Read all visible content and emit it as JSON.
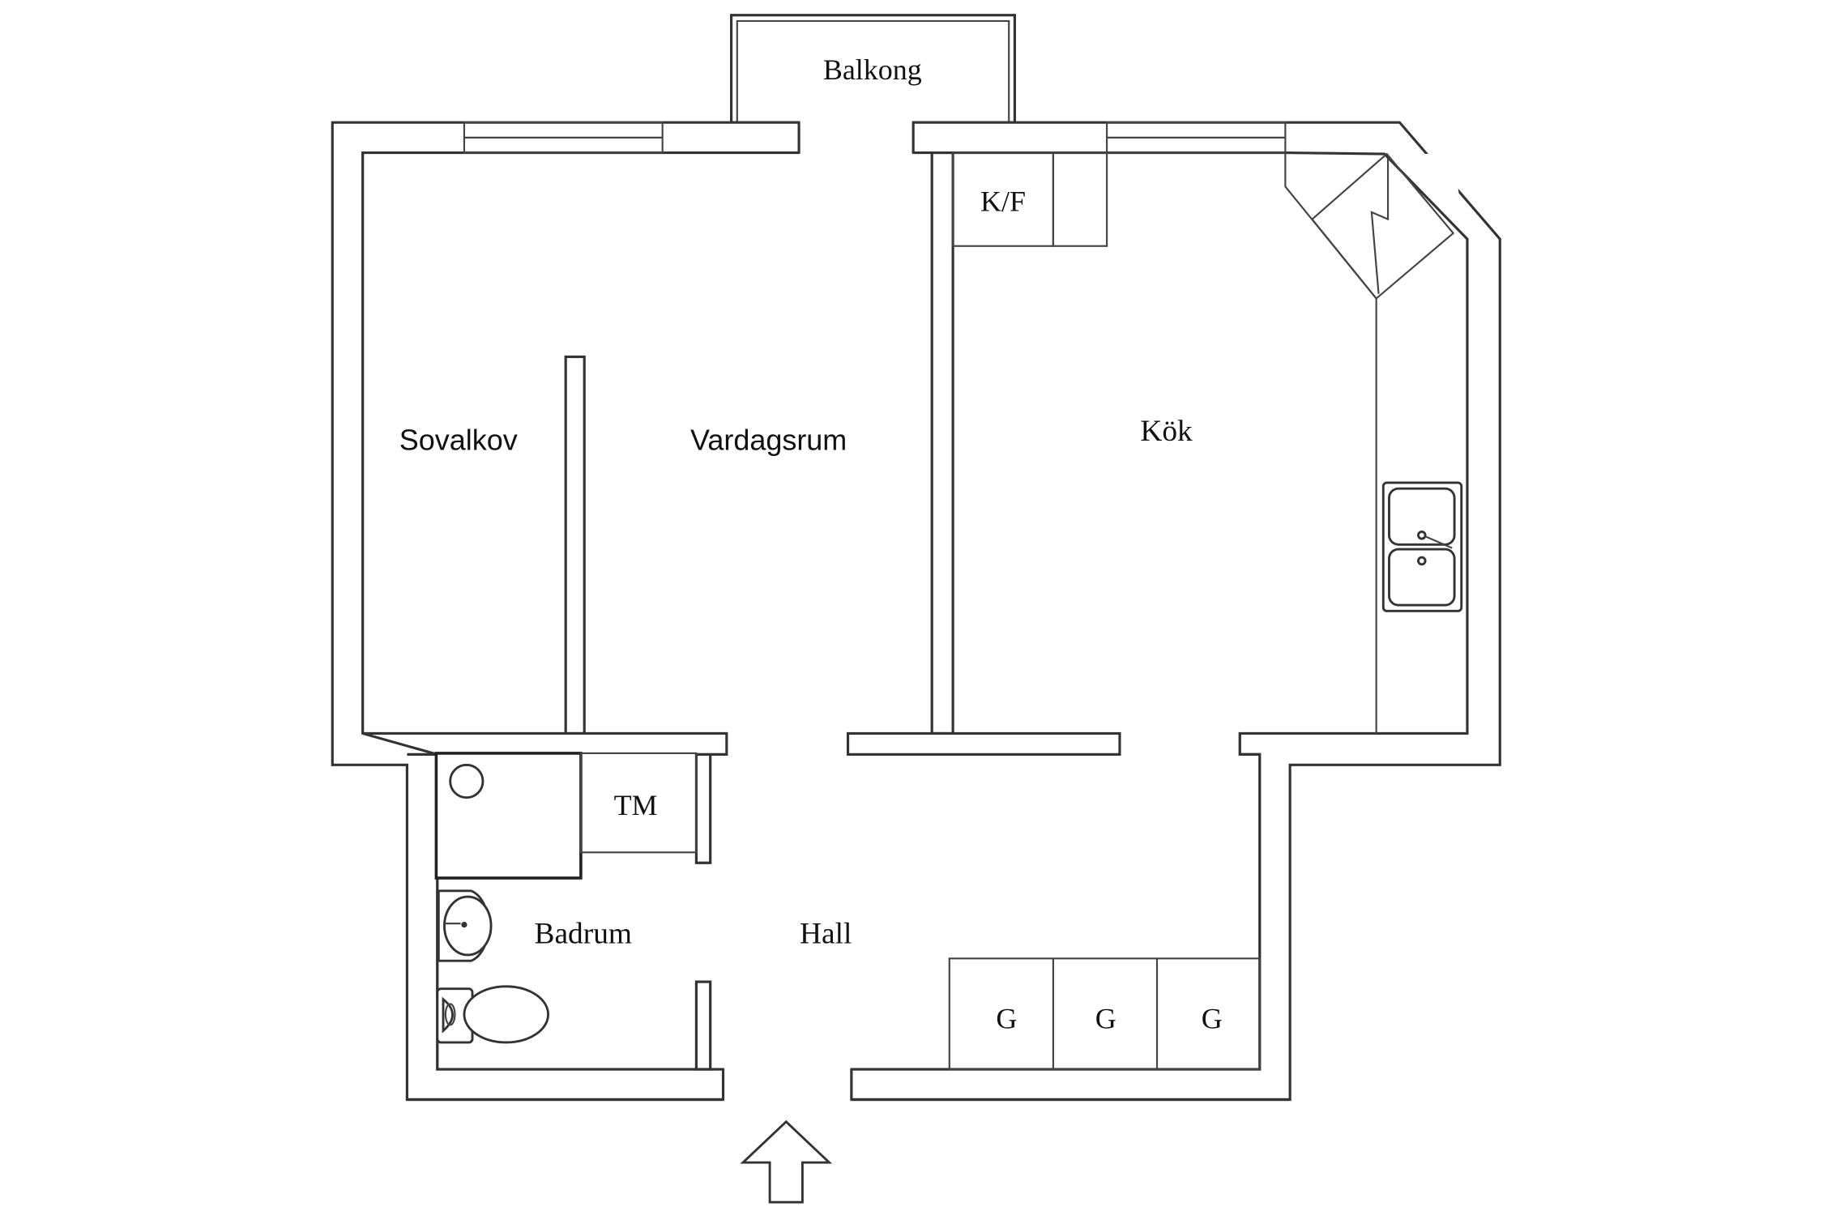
{
  "plan": {
    "rooms": {
      "balkong": "Balkong",
      "sovalkov": "Sovalkov",
      "vardagsrum": "Vardagsrum",
      "kok": "Kök",
      "kf": "K/F",
      "tm": "TM",
      "badrum": "Badrum",
      "hall": "Hall",
      "closets": [
        "G",
        "G",
        "G"
      ]
    },
    "icons": {
      "entrance": "up-arrow-icon",
      "stove": "stove-icon",
      "sink": "double-sink-icon",
      "toilet": "toilet-icon",
      "washbasin": "washbasin-icon",
      "shower": "shower-icon"
    }
  }
}
